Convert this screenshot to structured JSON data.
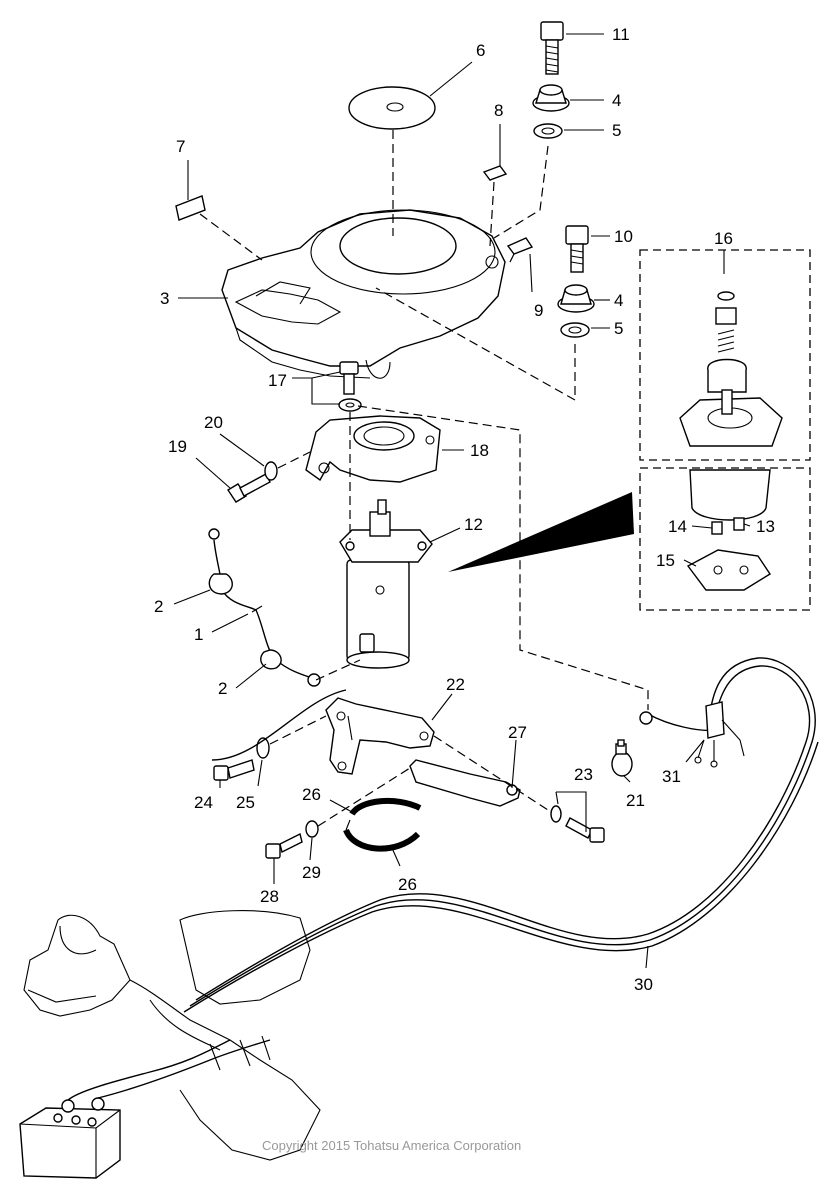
{
  "parts": [
    {
      "id": "p1",
      "number": "1"
    },
    {
      "id": "p2a",
      "number": "2"
    },
    {
      "id": "p2b",
      "number": "2"
    },
    {
      "id": "p3",
      "number": "3"
    },
    {
      "id": "p4a",
      "number": "4"
    },
    {
      "id": "p4b",
      "number": "4"
    },
    {
      "id": "p5a",
      "number": "5"
    },
    {
      "id": "p5b",
      "number": "5"
    },
    {
      "id": "p6",
      "number": "6"
    },
    {
      "id": "p7",
      "number": "7"
    },
    {
      "id": "p8",
      "number": "8"
    },
    {
      "id": "p9",
      "number": "9"
    },
    {
      "id": "p10",
      "number": "10"
    },
    {
      "id": "p11",
      "number": "11"
    },
    {
      "id": "p12",
      "number": "12"
    },
    {
      "id": "p13",
      "number": "13"
    },
    {
      "id": "p14",
      "number": "14"
    },
    {
      "id": "p15",
      "number": "15"
    },
    {
      "id": "p16",
      "number": "16"
    },
    {
      "id": "p17",
      "number": "17"
    },
    {
      "id": "p18",
      "number": "18"
    },
    {
      "id": "p19",
      "number": "19"
    },
    {
      "id": "p20",
      "number": "20"
    },
    {
      "id": "p21",
      "number": "21"
    },
    {
      "id": "p22",
      "number": "22"
    },
    {
      "id": "p23",
      "number": "23"
    },
    {
      "id": "p24",
      "number": "24"
    },
    {
      "id": "p25",
      "number": "25"
    },
    {
      "id": "p26a",
      "number": "26"
    },
    {
      "id": "p26b",
      "number": "26"
    },
    {
      "id": "p27",
      "number": "27"
    },
    {
      "id": "p28",
      "number": "28"
    },
    {
      "id": "p29",
      "number": "29"
    },
    {
      "id": "p30",
      "number": "30"
    },
    {
      "id": "p31",
      "number": "31"
    }
  ],
  "copyright": "Copyright 2015 Tohatsu America Corporation"
}
